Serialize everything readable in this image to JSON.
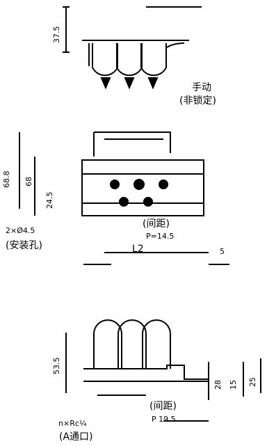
{
  "diagram": {
    "top": {
      "dim_vertical": "37.5",
      "label_manual": "手动",
      "label_nonlocking": "(非锁定)"
    },
    "middle": {
      "dim_vertical_a": "68.8",
      "dim_vertical_b": "68",
      "dim_vertical_c": "24.5",
      "hole_spec": "2×Ø4.5",
      "label_mounting_holes": "(安装孔)",
      "label_pitch": "(间距)",
      "dim_pitch": "P=14.5",
      "dim_L2": "L2",
      "dim_5": "5"
    },
    "bottom": {
      "dim_vertical": "53.5",
      "label_pitch": "(间距)",
      "dim_pitch": "P 19.5",
      "port_spec": "n×Rc¼",
      "label_a_port": "(A通口)",
      "side_dims": [
        "28",
        "15",
        "25"
      ]
    }
  }
}
